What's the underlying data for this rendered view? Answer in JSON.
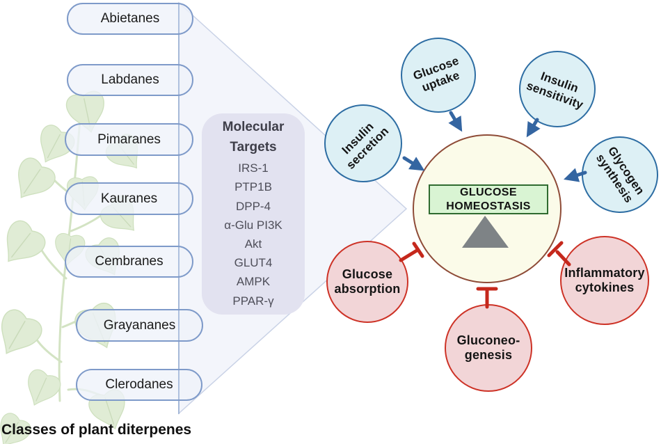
{
  "caption": "Classes of plant diterpenes",
  "diterpene_classes": [
    "Abietanes",
    "Labdanes",
    "Pimaranes",
    "Kauranes",
    "Cembranes",
    "Grayananes",
    "Clerodanes"
  ],
  "molecular_targets": {
    "title": "Molecular\nTargets",
    "items": [
      "IRS-1",
      "PTP1B",
      "DPP-4",
      "α-Glu PI3K",
      "Akt",
      "GLUT4",
      "AMPK",
      "PPAR-γ"
    ]
  },
  "center_node": {
    "label": "GLUCOSE\nHOMEOSTASIS"
  },
  "stimulated_processes": [
    {
      "label": "Insulin\nsecretion"
    },
    {
      "label": "Glucose\nuptake"
    },
    {
      "label": "Insulin\nsensitivity"
    },
    {
      "label": "Glycogen\nsynthesis"
    }
  ],
  "inhibited_processes": [
    {
      "label": "Glucose\nabsorption"
    },
    {
      "label": "Gluconeo-\ngenesis"
    },
    {
      "label": "Inflammatory\ncytokines"
    }
  ],
  "icons": {
    "balance_fulcrum": "gray-triangle",
    "activation": "blue-arrow",
    "inhibition": "red-t-bar",
    "plant": "pale-green-vine"
  },
  "colors": {
    "pill_fill": "#eef2fa",
    "pill_border": "#7e9ac9",
    "stimulate_fill": "#ddf0f5",
    "stimulate_border": "#2d6da3",
    "inhibit_fill": "#f2d5d7",
    "inhibit_border": "#cd3226",
    "center_fill": "#fbfbe9",
    "center_border": "#8e4b37",
    "target_box_fill": "#e2e2f0",
    "homeostasis_box_fill": "#d9f4d3",
    "homeostasis_box_border": "#2f6b30",
    "arrow": "#3465a1",
    "inhibit_line": "#c5281c",
    "plant": "#dcead0",
    "beam": "#c9d2e6"
  }
}
